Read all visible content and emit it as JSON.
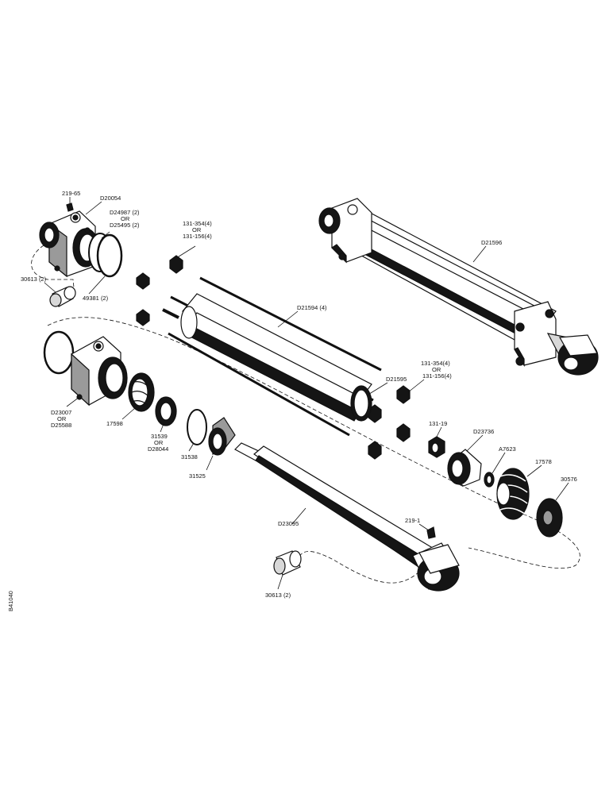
{
  "labels": {
    "l_219_65": "219-65",
    "l_d20054": "D20054",
    "l_d24987a": "D24987 (2)",
    "l_d24987b": "OR",
    "l_d24987c": "D25495 (2)",
    "l_30613_top": "30613 (2)",
    "l_49381": "49381 (2)",
    "l_131_354a": "131-354(4)",
    "l_131_354b": "OR",
    "l_131_354c": "131-156(4)",
    "l_d21596": "D21596",
    "l_d21594": "D21594 (4)",
    "l_d21595": "D21595",
    "l_131_354_2a": "131-354(4)",
    "l_131_354_2b": "OR",
    "l_131_354_2c": "131-156(4)",
    "l_d23007a": "D23007",
    "l_d23007b": "OR",
    "l_d23007c": "D25588",
    "l_17598": "17598",
    "l_31539a": "31539",
    "l_31539b": "OR",
    "l_31539c": "D28044",
    "l_31538": "31538",
    "l_31525": "31525",
    "l_131_19": "131-19",
    "l_d23736": "D23736",
    "l_a7623": "A7623",
    "l_17578": "17578",
    "l_30576": "30576",
    "l_d23095": "D23095",
    "l_219_1": "219-1",
    "l_30613_bot": "30613 (2)",
    "l_side": "B41040"
  },
  "icons": {
    "assembled_cylinder": "hydraulic-cylinder-assembly-icon",
    "base_end_cap": "base-end-cap-icon",
    "rod_end_cap": "rod-end-cap-icon",
    "barrel": "cylinder-barrel-icon",
    "piston_rod": "piston-rod-icon"
  }
}
